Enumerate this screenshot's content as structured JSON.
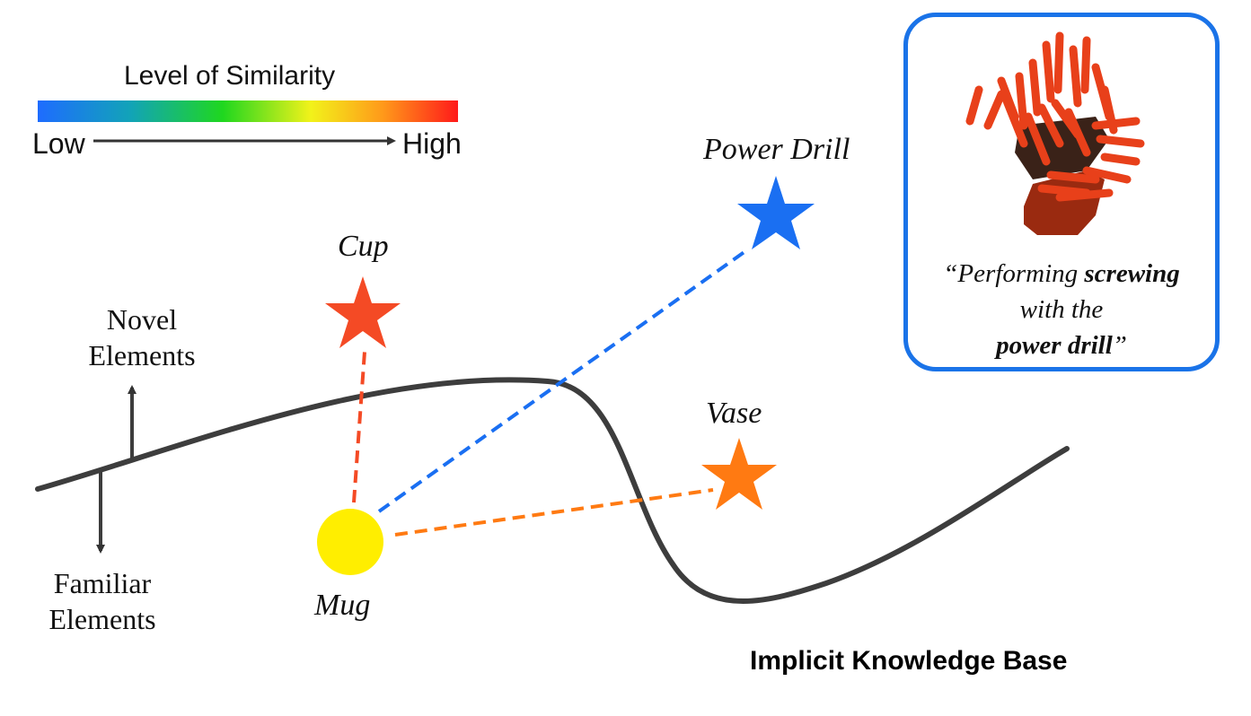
{
  "legend": {
    "title": "Level of Similarity",
    "low": "Low",
    "high": "High",
    "gradient_colors": [
      "#1e6cff",
      "#12a3b8",
      "#1fd71f",
      "#f2f21a",
      "#ff9a1a",
      "#ff1a1a"
    ]
  },
  "objects": {
    "cup": {
      "label": "Cup",
      "color": "#f44a25"
    },
    "power_drill": {
      "label": "Power Drill",
      "color": "#1a6ff2"
    },
    "vase": {
      "label": "Vase",
      "color": "#ff7a12"
    },
    "mug": {
      "label": "Mug",
      "color": "#ffee00"
    }
  },
  "axis": {
    "novel": "Novel Elements",
    "familiar": "Familiar Elements"
  },
  "knowledge_base_title": "Implicit Knowledge Base",
  "inset": {
    "caption_pre": "“Performing ",
    "caption_bold1": "screwing",
    "caption_mid": "with the",
    "caption_bold2": "power drill",
    "caption_post": "”",
    "colors": {
      "border": "#1a73e8",
      "drill": "#e8401a"
    }
  }
}
